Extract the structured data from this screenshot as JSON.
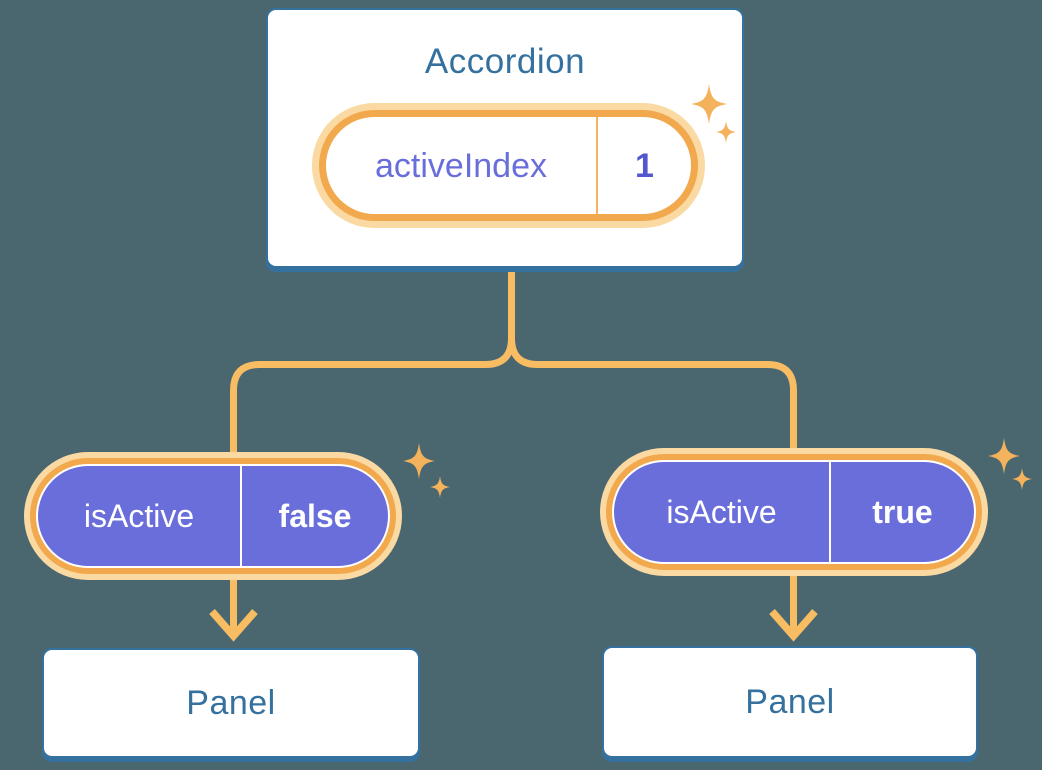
{
  "colors": {
    "background": "#4A6770",
    "box_fill": "#FFFFFF",
    "box_border": "#35719F",
    "box_text": "#35719F",
    "connector_line": "#F8BC63",
    "pill_ring": "#F2A94E",
    "pill_halo": "#FBD9A2",
    "pill_fill": "#6A6EDB",
    "pill_text": "#FFFFFF",
    "state_name_text": "#6A6EDB",
    "state_value_text": "#5257CE",
    "sparkle": "#F5B25C"
  },
  "icons": {
    "sparkle": "four-point-star",
    "arrow": "arrow-down-chevron"
  },
  "diagram": {
    "root": {
      "title": "Accordion",
      "state": {
        "name": "activeIndex",
        "value": "1"
      }
    },
    "children": [
      {
        "prop": {
          "name": "isActive",
          "value": "false"
        },
        "panel": "Panel"
      },
      {
        "prop": {
          "name": "isActive",
          "value": "true"
        },
        "panel": "Panel"
      }
    ]
  }
}
